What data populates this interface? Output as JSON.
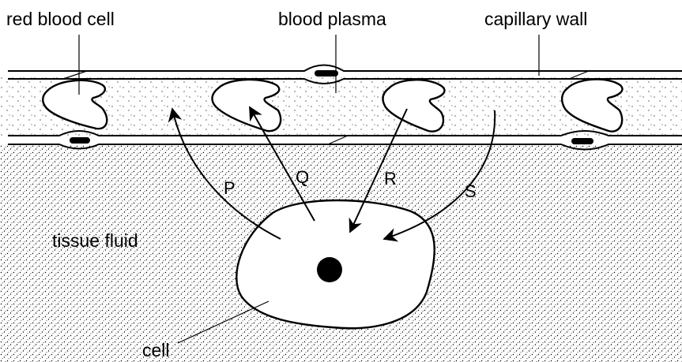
{
  "labels": {
    "red_blood_cell": "red blood cell",
    "blood_plasma": "blood plasma",
    "capillary_wall": "capillary wall",
    "tissue_fluid": "tissue fluid",
    "cell": "cell"
  },
  "arrows": {
    "p": "P",
    "q": "Q",
    "r": "R",
    "s": "S"
  }
}
